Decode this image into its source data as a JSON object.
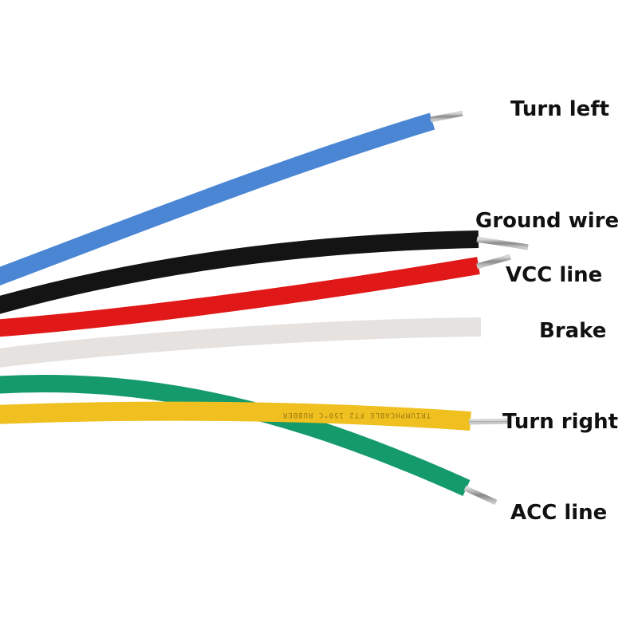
{
  "image": {
    "description": "Six colored electrical wires with stripped tinned ends, each labeled with its function",
    "background": "#ffffff"
  },
  "wires": [
    {
      "id": "blue",
      "color": "#4a86d4",
      "label": "Turn left"
    },
    {
      "id": "black",
      "color": "#141414",
      "label": "Ground wire"
    },
    {
      "id": "red",
      "color": "#e01818",
      "label": "VCC line"
    },
    {
      "id": "white",
      "color": "#e6e2e0",
      "label": "Brake"
    },
    {
      "id": "yellow",
      "color": "#f0c020",
      "label": "Turn right"
    },
    {
      "id": "green",
      "color": "#159a6c",
      "label": "ACC line"
    }
  ],
  "cable_print": "TRIUMPHCABLE   FT2   150°C   RUBBER"
}
